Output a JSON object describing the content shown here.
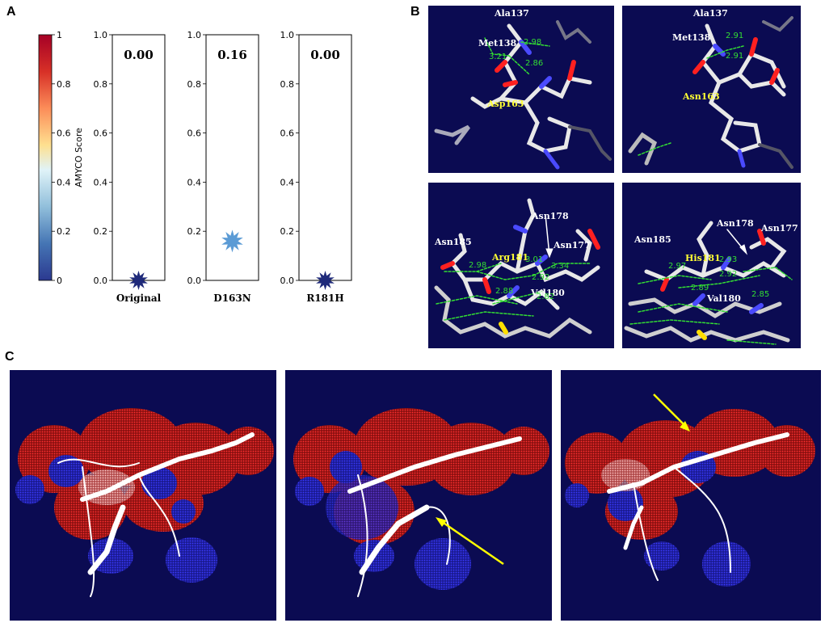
{
  "panel_labels": {
    "a": "A",
    "b": "B",
    "c": "C"
  },
  "colors": {
    "mol_bg": "#0b0b52",
    "marker": "#5b9bd5",
    "marker_dark": "#1f2a7a",
    "hbond": "#33dd33",
    "stick": "#e8e8e8",
    "red_surface": "#ff2020",
    "blue_surface": "#2a2aff",
    "arrow": "#ffff00"
  },
  "colorbar": {
    "label": "AMYCO Score",
    "ticks": [
      "0",
      "0.2",
      "0.4",
      "0.6",
      "0.8",
      "1"
    ]
  },
  "chart_data": [
    {
      "type": "scatter",
      "category": "Original",
      "value": 0.0,
      "value_label": "0.00",
      "ylim": [
        0,
        1.0
      ],
      "yticks": [
        "0.0",
        "0.2",
        "0.4",
        "0.6",
        "0.8",
        "1.0"
      ],
      "marker": "star",
      "marker_color": "#1f2a7a"
    },
    {
      "type": "scatter",
      "category": "D163N",
      "value": 0.16,
      "value_label": "0.16",
      "ylim": [
        0,
        1.0
      ],
      "yticks": [
        "0.0",
        "0.2",
        "0.4",
        "0.6",
        "0.8",
        "1.0"
      ],
      "marker": "star",
      "marker_color": "#5b9bd5"
    },
    {
      "type": "scatter",
      "category": "R181H",
      "value": 0.0,
      "value_label": "0.00",
      "ylim": [
        0,
        1.0
      ],
      "yticks": [
        "0.0",
        "0.2",
        "0.4",
        "0.6",
        "0.8",
        "1.0"
      ],
      "marker": "star",
      "marker_color": "#1f2a7a"
    }
  ],
  "structures": {
    "top_left": {
      "residues": [
        "Ala137",
        "Met138",
        "Asp163"
      ],
      "distances": [
        "2.98",
        "3.21",
        "2.86"
      ]
    },
    "top_right": {
      "residues": [
        "Ala137",
        "Met138",
        "Asn163"
      ],
      "distances": [
        "2.91",
        "2.91"
      ]
    },
    "bottom_left": {
      "residues": [
        "Asn178",
        "Asn185",
        "Arg181",
        "Asn177",
        "Val180"
      ],
      "distances": [
        "2.98",
        "3.01",
        "3.34",
        "2.92",
        "2.88",
        "2.82"
      ]
    },
    "bottom_right": {
      "residues": [
        "Asn178",
        "Asn177",
        "Asn185",
        "His181",
        "Val180"
      ],
      "distances": [
        "2.97",
        "2.93",
        "2.92",
        "2.89",
        "2.85"
      ]
    }
  }
}
